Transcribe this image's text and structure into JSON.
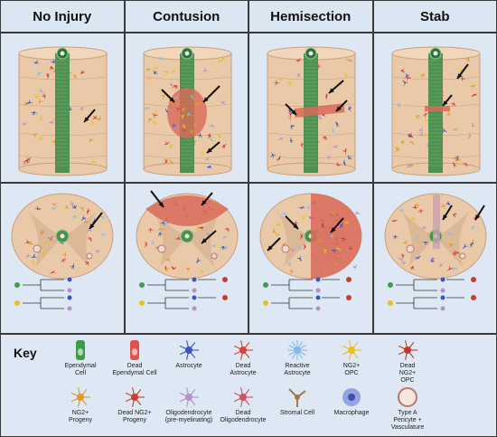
{
  "headers": [
    "No Injury",
    "Contusion",
    "Hemisection",
    "Stab"
  ],
  "key": {
    "title": "Key",
    "items": [
      {
        "label": "Ependymal\nCell",
        "icon": "ependymal-cell-icon",
        "color": "#3f9a4a"
      },
      {
        "label": "Dead\nEpendymal Cell",
        "icon": "dead-ependymal-cell-icon",
        "color": "#e0524f"
      },
      {
        "label": "Astrocyte",
        "icon": "astrocyte-icon",
        "color": "#3a55c8"
      },
      {
        "label": "Dead\nAstrocyte",
        "icon": "dead-astrocyte-icon",
        "color": "#d8403c"
      },
      {
        "label": "Reactive\nAstrocyte",
        "icon": "reactive-astrocyte-icon",
        "color": "#8ab8e6"
      },
      {
        "label": "NG2+\nOPC",
        "icon": "ng2-opc-icon",
        "color": "#e8c020"
      },
      {
        "label": "Dead\nNG2+\nOPC",
        "icon": "dead-ng2-opc-icon",
        "color": "#c23a2c"
      },
      {
        "label": "NG2+\nProgeny",
        "icon": "ng2-progeny-icon",
        "color": "#e09a2a"
      },
      {
        "label": "Dead NG2+\nProgeny",
        "icon": "dead-ng2-progeny-icon",
        "color": "#c8402c"
      },
      {
        "label": "Oligodendrocyte\n(pre-myelinating)",
        "icon": "oligodendrocyte-icon",
        "color": "#b890c8"
      },
      {
        "label": "Dead\nOligodendrocyte",
        "icon": "dead-oligodendrocyte-icon",
        "color": "#d05060"
      },
      {
        "label": "Stromal Cell",
        "icon": "stromal-cell-icon",
        "color": "#a07850"
      },
      {
        "label": "Macrophage",
        "icon": "macrophage-icon",
        "color": "#7a8ee0"
      },
      {
        "label": "Type A\nPericyte +\nVasculature",
        "icon": "pericyte-vasculature-icon",
        "color": "#b87a6a"
      }
    ]
  },
  "colors": {
    "tissue": "#e9c9a8",
    "tissue_edge": "#c9a07e",
    "canal": "#4f8f4f",
    "lesion": "#d86a5a",
    "arrow": "#111111"
  }
}
